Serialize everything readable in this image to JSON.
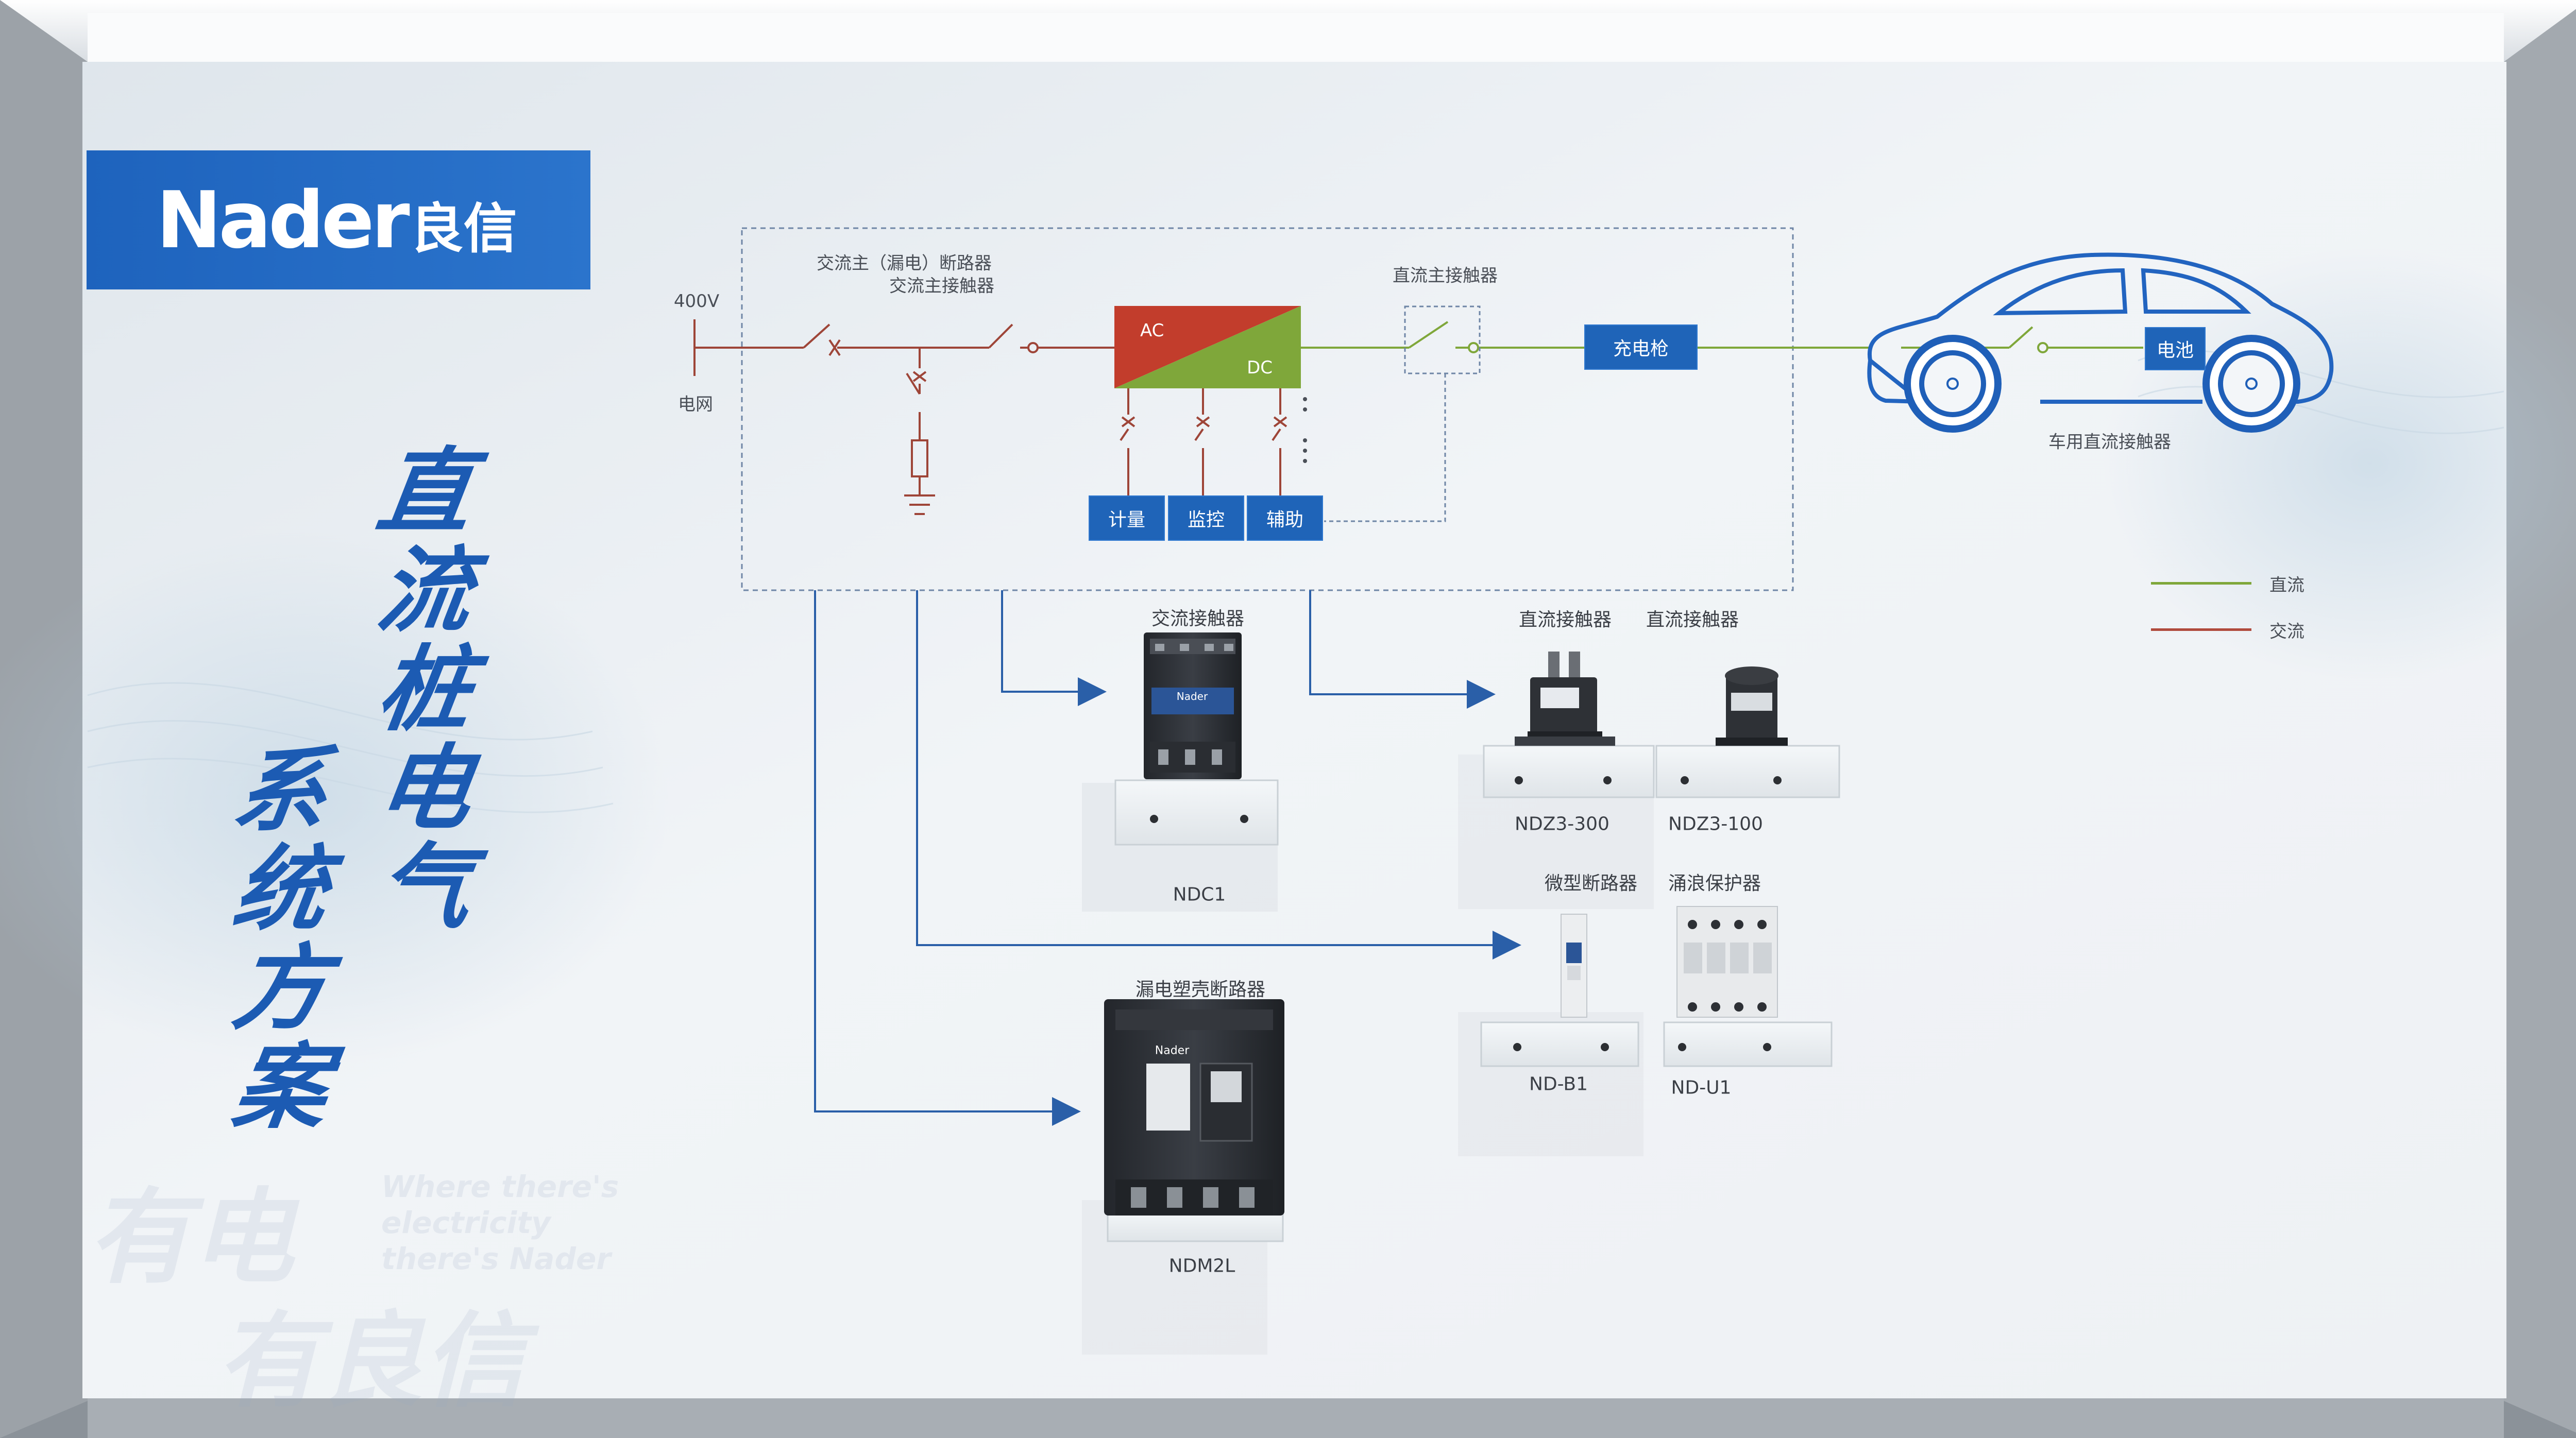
{
  "brand": {
    "latin": "Nader",
    "cjk": "良信"
  },
  "title": {
    "col1": [
      "直",
      "流",
      "桩",
      "电",
      "气"
    ],
    "col2": [
      "系",
      "统",
      "方",
      "案"
    ]
  },
  "slogan": {
    "cn_line1": "有电",
    "cn_line2": "有良信",
    "en_line1": "Where there's",
    "en_line2": "electricity",
    "en_line3": "there's Nader"
  },
  "diagram": {
    "grid_voltage": "400V",
    "grid_label": "电网",
    "breaker_label": "交流主（漏电）断路器",
    "ac_contactor_label": "交流主接触器",
    "converter_ac": "AC",
    "converter_dc": "DC",
    "dc_contactor_label": "直流主接触器",
    "charging_gun": "充电枪",
    "battery": "电池",
    "vehicle_contactor_label": "车用直流接触器",
    "metering": "计量",
    "monitoring": "监控",
    "auxiliary": "辅助"
  },
  "legend": {
    "dc": {
      "label": "直流",
      "color": "#7fa73a"
    },
    "ac": {
      "label": "交流",
      "color": "#b04a3c"
    }
  },
  "products": {
    "ndc1": {
      "category": "交流接触器",
      "model": "NDC1"
    },
    "ndz3_300": {
      "category": "直流接触器",
      "model": "NDZ3-300"
    },
    "ndz3_100": {
      "category": "直流接触器",
      "model": "NDZ3-100"
    },
    "nd_b1": {
      "category": "微型断路器",
      "model": "ND-B1"
    },
    "nd_u1": {
      "category": "涌浪保护器",
      "model": "ND-U1"
    },
    "ndm2l": {
      "category": "漏电塑壳断路器",
      "model": "NDM2L"
    }
  },
  "device_brand": "Nader"
}
